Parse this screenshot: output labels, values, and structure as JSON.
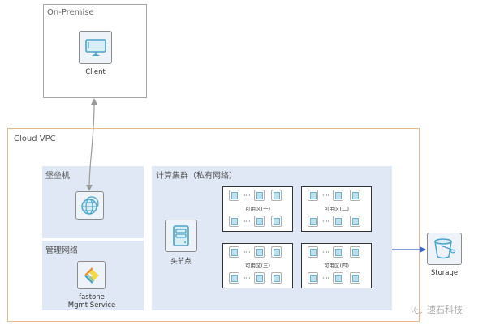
{
  "on_premise": {
    "title": "On-Premise",
    "client": {
      "label": "Client",
      "icon": "monitor-icon"
    }
  },
  "cloud_vpc": {
    "title": "Cloud VPC",
    "bastion": {
      "title": "堡垒机",
      "icon": "globe-icon"
    },
    "management": {
      "title": "管理网络",
      "service": {
        "label_line1": "fastone",
        "label_line2": "Mgmt Service",
        "icon": "fastone-logo-icon"
      }
    },
    "cluster": {
      "title": "计算集群（私有网络）",
      "head_node": {
        "label": "头节点",
        "icon": "server-icon"
      },
      "zones": [
        {
          "label": "可用区(一)",
          "ellipsis": "····"
        },
        {
          "label": "可用区(二)",
          "ellipsis": "····"
        },
        {
          "label": "可用区(三)",
          "ellipsis": "····"
        },
        {
          "label": "可用区(四)",
          "ellipsis": "····"
        }
      ]
    },
    "storage": {
      "label": "Storage",
      "icon": "bucket-icon"
    }
  },
  "watermark": {
    "text": "速石科技",
    "icon": "wechat-icon"
  },
  "colors": {
    "vpc_border": "#e8b98a",
    "panel_bg": "#dfe8f4",
    "icon_blue": "#4aa3c9",
    "arrow_blue": "#3a66c4",
    "arrow_gray": "#9a9a9a"
  }
}
